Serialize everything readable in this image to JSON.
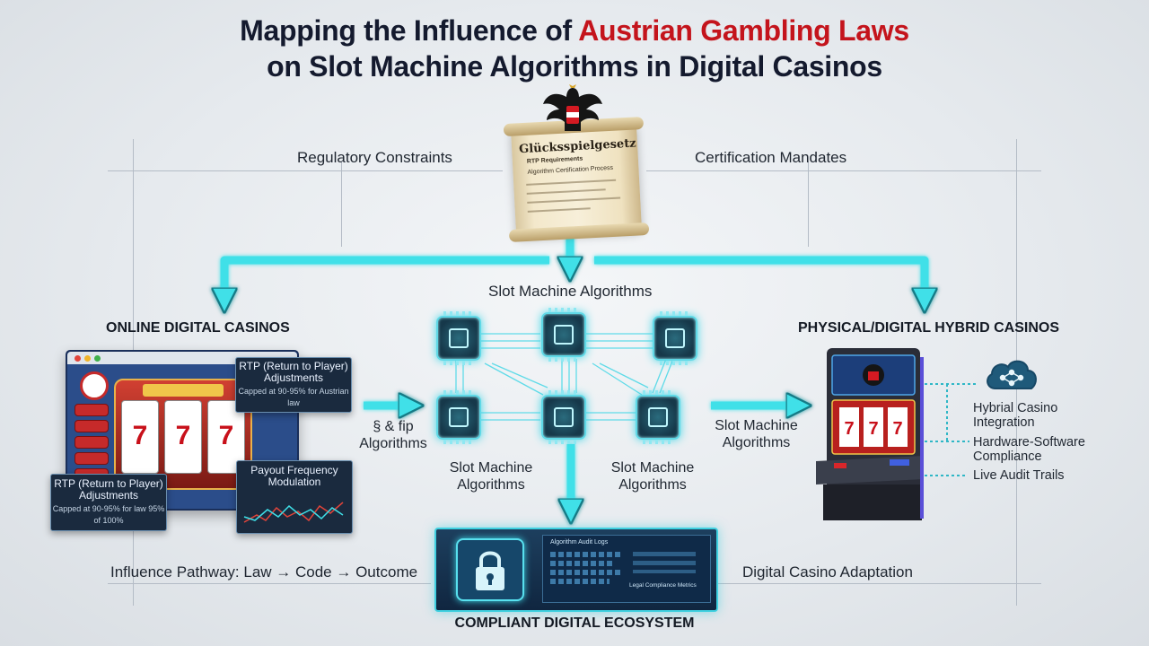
{
  "title": {
    "line1_prefix": "Mapping the Influence of ",
    "line1_highlight": "Austrian Gambling Laws",
    "line2": "on Slot Machine Algorithms in Digital Casinos",
    "highlight_color": "#c4141c"
  },
  "scroll": {
    "title": "Glücksspielgesetz",
    "line1": "RTP Requirements",
    "line2": "Algorithm Certification Process"
  },
  "top_labels": {
    "left": "Regulatory Constraints",
    "right": "Certification Mandates"
  },
  "center_label": "Slot Machine Algorithms",
  "left_section": {
    "heading": "ONLINE DIGITAL CASINOS",
    "rtp_box_top": {
      "title": "RTP (Return to Player) Adjustments",
      "sub": "Capped at 90-95% for Austrian law"
    },
    "rtp_box_bottom": {
      "title": "RTP (Return to Player) Adjustments",
      "sub": "Capped at 90-95% for law 95% of 100%"
    },
    "payout_box": {
      "title": "Payout Frequency Modulation"
    },
    "arrow_label": "§ & fip Algorithms"
  },
  "chips": {
    "label_left": "Slot Machine Algorithms",
    "label_right": "Slot Machine Algorithms"
  },
  "right_section": {
    "heading": "PHYSICAL/DIGITAL HYBRID CASINOS",
    "arrow_label": "Slot Machine Algorithms",
    "items": [
      "Hybrial Casino Integration",
      "Hardware-Software Compliance",
      "Live Audit Trails"
    ]
  },
  "bottom": {
    "left_label": "Influence Pathway: Law → Code → Outcome",
    "right_label": "Digital Casino Adaptation",
    "ecosystem": "COMPLIANT DIGITAL ECOSYSTEM",
    "dash_header": "Algorithm Audit Logs",
    "dash_sub": "Legal Compliance Metrics"
  },
  "colors": {
    "accent_cyan": "#3fe0e8",
    "navy": "#141a2e"
  },
  "icons": [
    "austrian-eagle-icon",
    "scroll-icon",
    "chip-icon",
    "slot-machine-icon",
    "arcade-machine-icon",
    "cloud-network-icon",
    "padlock-icon"
  ]
}
